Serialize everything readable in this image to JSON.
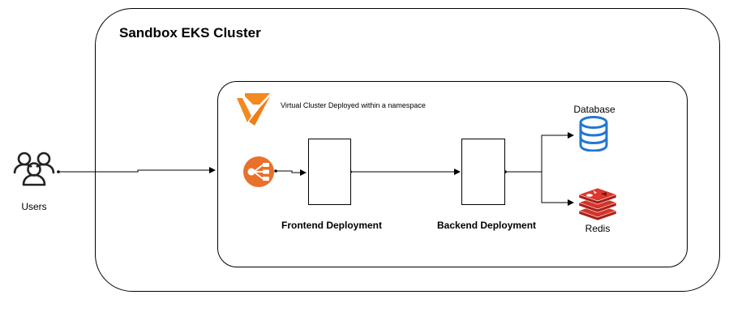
{
  "diagram": {
    "outer_cluster": {
      "title": "Sandbox EKS Cluster"
    },
    "inner_cluster": {
      "caption": "Virtual Cluster Deployed within a namespace"
    },
    "users": {
      "label": "Users",
      "icon": "users-icon"
    },
    "frontend": {
      "label": "Frontend Deployment"
    },
    "backend": {
      "label": "Backend Deployment"
    },
    "database": {
      "label": "Database",
      "icon": "database-icon",
      "color": "#2178d0"
    },
    "redis": {
      "label": "Redis",
      "icon": "redis-icon",
      "color": "#d6342b"
    },
    "load_balancer": {
      "icon": "load-balancer-icon",
      "color": "#e8712b"
    },
    "vcluster_logo": {
      "icon": "vcluster-logo-icon",
      "color": "#f28a1e"
    }
  }
}
